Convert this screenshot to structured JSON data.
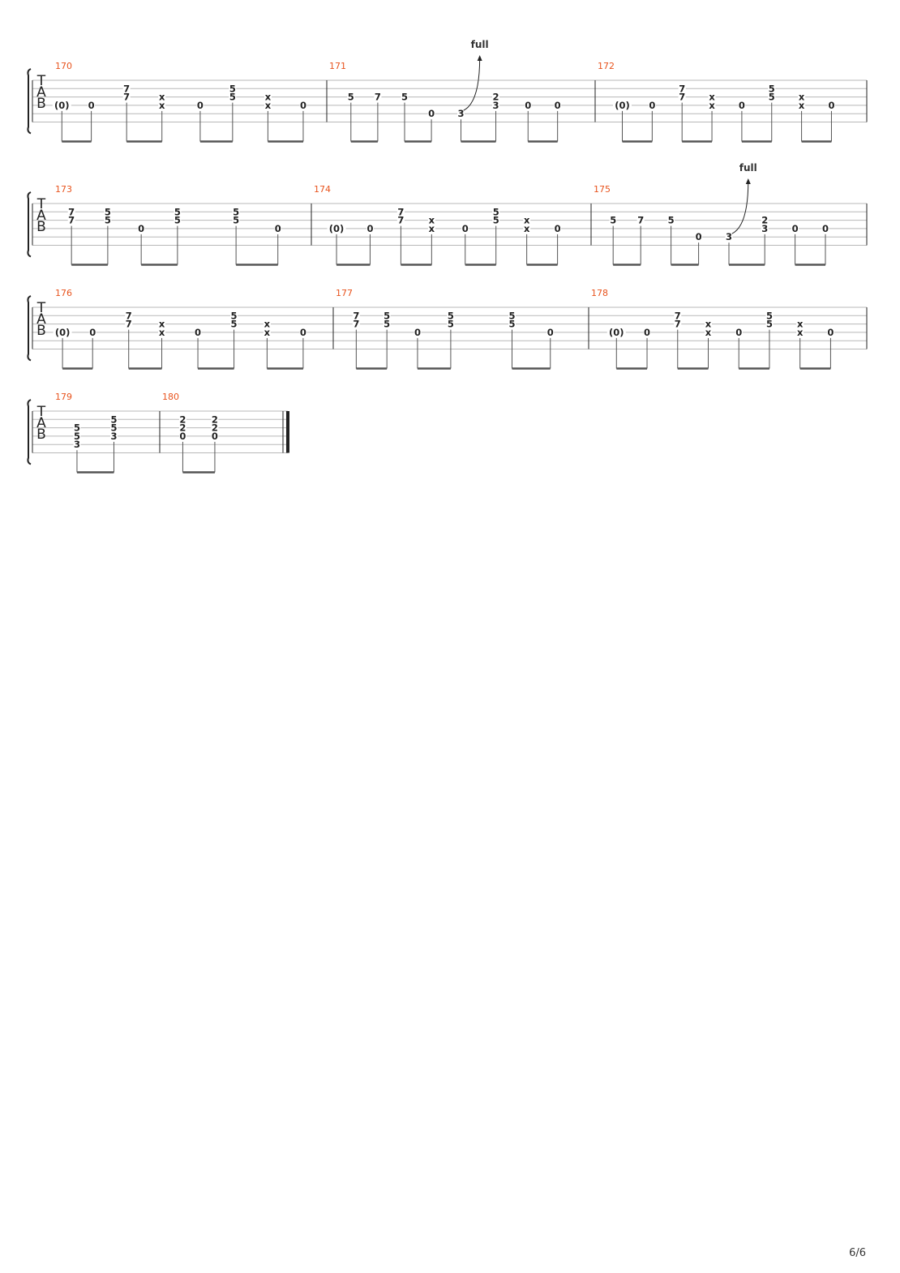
{
  "page": {
    "number": "6/6"
  },
  "clef_letters": [
    "T",
    "A",
    "B"
  ],
  "colors": {
    "measure_number": "#e8541e",
    "ink": "#222222",
    "staff_line": "#b8b8b8"
  },
  "systems": [
    {
      "measures": [
        {
          "number": "170",
          "notes": [
            {
              "t": 0.1,
              "frets": {
                "4": "(0)"
              }
            },
            {
              "t": 0.2,
              "frets": {
                "4": "0"
              }
            },
            {
              "t": 0.32,
              "frets": {
                "2": "7",
                "3": "7"
              }
            },
            {
              "t": 0.44,
              "frets": {
                "3": "x",
                "4": "x"
              }
            },
            {
              "t": 0.57,
              "frets": {
                "4": "0"
              }
            },
            {
              "t": 0.68,
              "frets": {
                "2": "5",
                "3": "5"
              }
            },
            {
              "t": 0.8,
              "frets": {
                "3": "x",
                "4": "x"
              }
            },
            {
              "t": 0.92,
              "frets": {
                "4": "0"
              }
            }
          ]
        },
        {
          "number": "171",
          "bend_label": "full",
          "notes": [
            {
              "t": 0.09,
              "frets": {
                "3": "5"
              }
            },
            {
              "t": 0.19,
              "frets": {
                "3": "7"
              }
            },
            {
              "t": 0.29,
              "frets": {
                "3": "5"
              }
            },
            {
              "t": 0.39,
              "frets": {
                "5": "0"
              }
            },
            {
              "t": 0.5,
              "frets": {
                "5": "3"
              }
            },
            {
              "t": 0.63,
              "frets": {
                "3": "2",
                "4": "3"
              }
            },
            {
              "t": 0.75,
              "frets": {
                "4": "0"
              }
            },
            {
              "t": 0.86,
              "frets": {
                "4": "0"
              }
            }
          ]
        },
        {
          "number": "172",
          "notes": [
            {
              "t": 0.1,
              "frets": {
                "4": "(0)"
              }
            },
            {
              "t": 0.21,
              "frets": {
                "4": "0"
              }
            },
            {
              "t": 0.32,
              "frets": {
                "2": "7",
                "3": "7"
              }
            },
            {
              "t": 0.43,
              "frets": {
                "3": "x",
                "4": "x"
              }
            },
            {
              "t": 0.54,
              "frets": {
                "4": "0"
              }
            },
            {
              "t": 0.65,
              "frets": {
                "2": "5",
                "3": "5"
              }
            },
            {
              "t": 0.76,
              "frets": {
                "3": "x",
                "4": "x"
              }
            },
            {
              "t": 0.87,
              "frets": {
                "4": "0"
              }
            }
          ]
        }
      ]
    },
    {
      "measures": [
        {
          "number": "173",
          "notes": [
            {
              "t": 0.14,
              "frets": {
                "2": "7",
                "3": "7"
              }
            },
            {
              "t": 0.27,
              "frets": {
                "2": "5",
                "3": "5"
              }
            },
            {
              "t": 0.39,
              "frets": {
                "4": "0"
              }
            },
            {
              "t": 0.52,
              "frets": {
                "2": "5",
                "3": "5"
              }
            },
            {
              "t": 0.73,
              "frets": {
                "2": "5",
                "3": "5"
              }
            },
            {
              "t": 0.88,
              "frets": {
                "4": "0"
              }
            }
          ]
        },
        {
          "number": "174",
          "notes": [
            {
              "t": 0.09,
              "frets": {
                "4": "(0)"
              }
            },
            {
              "t": 0.21,
              "frets": {
                "4": "0"
              }
            },
            {
              "t": 0.32,
              "frets": {
                "2": "7",
                "3": "7"
              }
            },
            {
              "t": 0.43,
              "frets": {
                "3": "x",
                "4": "x"
              }
            },
            {
              "t": 0.55,
              "frets": {
                "4": "0"
              }
            },
            {
              "t": 0.66,
              "frets": {
                "2": "5",
                "3": "5"
              }
            },
            {
              "t": 0.77,
              "frets": {
                "3": "x",
                "4": "x"
              }
            },
            {
              "t": 0.88,
              "frets": {
                "4": "0"
              }
            }
          ]
        },
        {
          "number": "175",
          "bend_label": "full",
          "notes": [
            {
              "t": 0.08,
              "frets": {
                "3": "5"
              }
            },
            {
              "t": 0.18,
              "frets": {
                "3": "7"
              }
            },
            {
              "t": 0.29,
              "frets": {
                "3": "5"
              }
            },
            {
              "t": 0.39,
              "frets": {
                "5": "0"
              }
            },
            {
              "t": 0.5,
              "frets": {
                "5": "3"
              }
            },
            {
              "t": 0.63,
              "frets": {
                "3": "2",
                "4": "3"
              }
            },
            {
              "t": 0.74,
              "frets": {
                "4": "0"
              }
            },
            {
              "t": 0.85,
              "frets": {
                "4": "0"
              }
            }
          ]
        }
      ]
    },
    {
      "measures": [
        {
          "number": "176",
          "notes": [
            {
              "t": 0.1,
              "frets": {
                "4": "(0)"
              }
            },
            {
              "t": 0.2,
              "frets": {
                "4": "0"
              }
            },
            {
              "t": 0.32,
              "frets": {
                "2": "7",
                "3": "7"
              }
            },
            {
              "t": 0.43,
              "frets": {
                "3": "x",
                "4": "x"
              }
            },
            {
              "t": 0.55,
              "frets": {
                "4": "0"
              }
            },
            {
              "t": 0.67,
              "frets": {
                "2": "5",
                "3": "5"
              }
            },
            {
              "t": 0.78,
              "frets": {
                "3": "x",
                "4": "x"
              }
            },
            {
              "t": 0.9,
              "frets": {
                "4": "0"
              }
            }
          ]
        },
        {
          "number": "177",
          "notes": [
            {
              "t": 0.09,
              "frets": {
                "2": "7",
                "3": "7"
              }
            },
            {
              "t": 0.21,
              "frets": {
                "2": "5",
                "3": "5"
              }
            },
            {
              "t": 0.33,
              "frets": {
                "4": "0"
              }
            },
            {
              "t": 0.46,
              "frets": {
                "2": "5",
                "3": "5"
              }
            },
            {
              "t": 0.7,
              "frets": {
                "2": "5",
                "3": "5"
              }
            },
            {
              "t": 0.85,
              "frets": {
                "4": "0"
              }
            }
          ]
        },
        {
          "number": "178",
          "notes": [
            {
              "t": 0.1,
              "frets": {
                "4": "(0)"
              }
            },
            {
              "t": 0.21,
              "frets": {
                "4": "0"
              }
            },
            {
              "t": 0.32,
              "frets": {
                "2": "7",
                "3": "7"
              }
            },
            {
              "t": 0.43,
              "frets": {
                "3": "x",
                "4": "x"
              }
            },
            {
              "t": 0.54,
              "frets": {
                "4": "0"
              }
            },
            {
              "t": 0.65,
              "frets": {
                "2": "5",
                "3": "5"
              }
            },
            {
              "t": 0.76,
              "frets": {
                "3": "x",
                "4": "x"
              }
            },
            {
              "t": 0.87,
              "frets": {
                "4": "0"
              }
            }
          ]
        }
      ]
    },
    {
      "measures": [
        {
          "number": "179",
          "notes": [
            {
              "t": 0.35,
              "frets": {
                "3": "5",
                "4": "5",
                "5": "3"
              }
            },
            {
              "t": 0.64,
              "frets": {
                "2": "5",
                "3": "5",
                "4": "3"
              }
            }
          ]
        },
        {
          "number": "180",
          "notes": [
            {
              "t": 0.18,
              "frets": {
                "2": "2",
                "3": "2",
                "4": "0"
              }
            },
            {
              "t": 0.43,
              "frets": {
                "2": "2",
                "3": "2",
                "4": "0"
              }
            }
          ]
        }
      ]
    }
  ]
}
